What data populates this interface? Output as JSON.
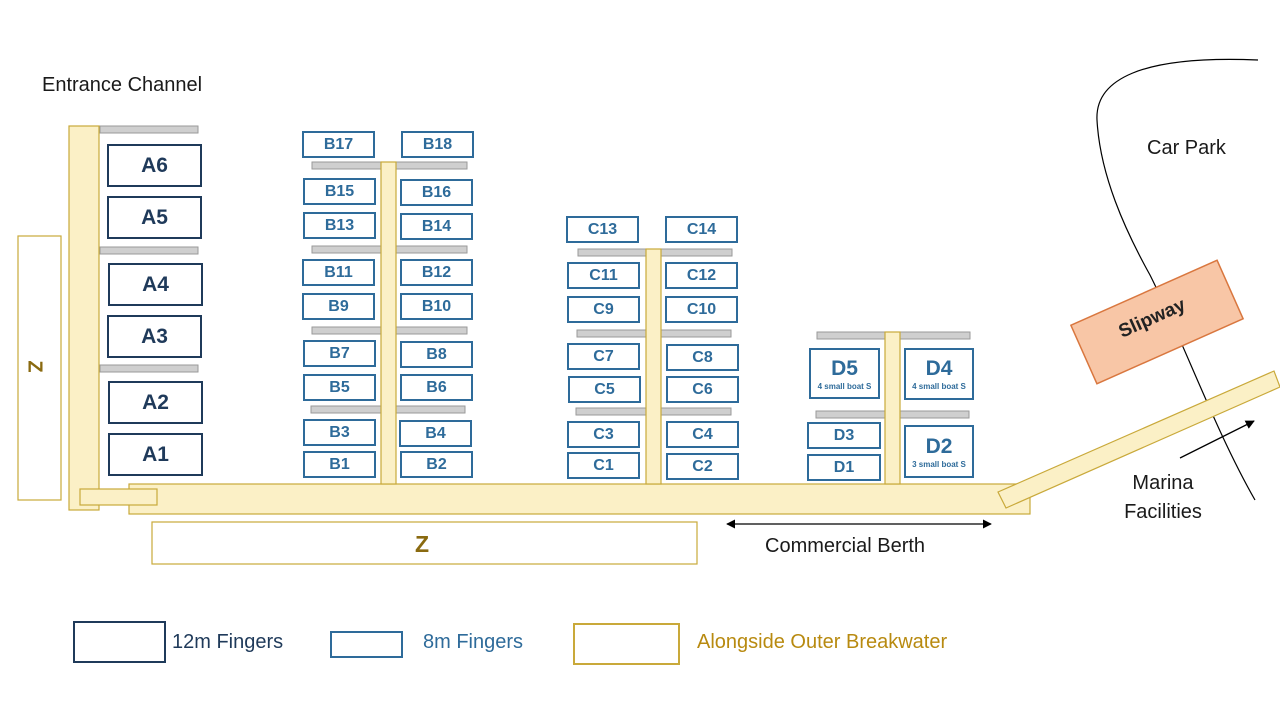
{
  "labels": {
    "entrance_channel": "Entrance Channel",
    "car_park": "Car Park",
    "slipway": "Slipway",
    "marina_facilities_line1": "Marina",
    "marina_facilities_line2": "Facilities",
    "commercial_berth": "Commercial Berth",
    "zone_left": "Z",
    "zone_bottom": "Z"
  },
  "berths_12m": [
    "A6",
    "A5",
    "A4",
    "A3",
    "A2",
    "A1"
  ],
  "berths_8m": {
    "b": [
      "B17",
      "B18",
      "B15",
      "B16",
      "B13",
      "B14",
      "B11",
      "B12",
      "B9",
      "B10",
      "B7",
      "B8",
      "B5",
      "B6",
      "B3",
      "B4",
      "B1",
      "B2"
    ],
    "c": [
      "C13",
      "C14",
      "C11",
      "C12",
      "C9",
      "C10",
      "C7",
      "C8",
      "C5",
      "C6",
      "C3",
      "C4",
      "C1",
      "C2"
    ],
    "d": [
      "D3",
      "D1"
    ]
  },
  "berths_small_boats": [
    {
      "label": "D5",
      "note": "4 small boat S"
    },
    {
      "label": "D4",
      "note": "4 small boat S"
    },
    {
      "label": "D2",
      "note": "3 small boat S"
    }
  ],
  "legend": {
    "fingers_12m": "12m Fingers",
    "fingers_8m": "8m Fingers",
    "breakwater": "Alongside Outer Breakwater"
  },
  "colors": {
    "navy": "#1f3a5a",
    "blue": "#2e6b9a",
    "pontoon_fill": "#fbf0c6",
    "pontoon_border": "#c9a93a",
    "gold_text": "#b88a10",
    "zone_text": "#8a6a10",
    "finger_gray": "#cfcfcf",
    "slipway_fill": "#f8c6a6",
    "slipway_border": "#d9773f"
  }
}
